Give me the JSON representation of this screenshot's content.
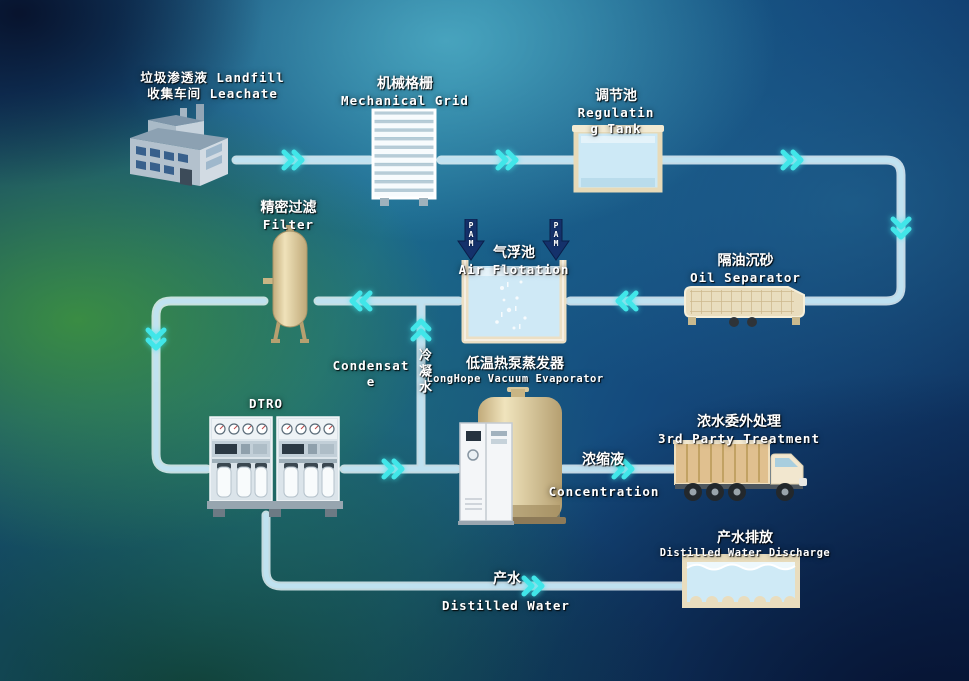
{
  "colors": {
    "arrow": "#41e6e9",
    "pipe_core": "#bfe2f2",
    "pipe_edge": "#eefaff",
    "pam_arrow": "#14316b",
    "label_text": "#ffffff"
  },
  "nodes": {
    "factory": {
      "lines": [
        "垃圾渗透液 Landfill",
        "收集车间  Leachate"
      ]
    },
    "mechanical_grid": {
      "zh": "机械格栅",
      "en": "Mechanical Grid"
    },
    "regulating_tank": {
      "lines": [
        "调节池",
        "Regulatin",
        "g Tank"
      ]
    },
    "oil_separator": {
      "zh": "隔油沉砂",
      "en": "Oil Separator"
    },
    "air_flotation": {
      "zh": "气浮池",
      "en": "Air Flotation"
    },
    "filter": {
      "zh": "精密过滤",
      "en": "Filter"
    },
    "evaporator": {
      "zh": "低温热泵蒸发器",
      "en": "LongHope Vacuum Evaporator"
    },
    "dtro": {
      "en": "DTRO"
    },
    "third_party_treatment": {
      "zh": "浓水委外处理",
      "en": "3rd Party Treatment"
    },
    "water_discharge": {
      "zh": "产水排放",
      "en": "Distilled Water Discharge"
    }
  },
  "streams": {
    "pam": "PAM",
    "condensate": {
      "en_lines": [
        "Condensat",
        "e"
      ],
      "zh": "冷凝水"
    },
    "concentration": {
      "zh": "浓缩液",
      "en": "Concentration"
    },
    "distilled_water": {
      "zh": "产水",
      "en": "Distilled Water"
    }
  }
}
